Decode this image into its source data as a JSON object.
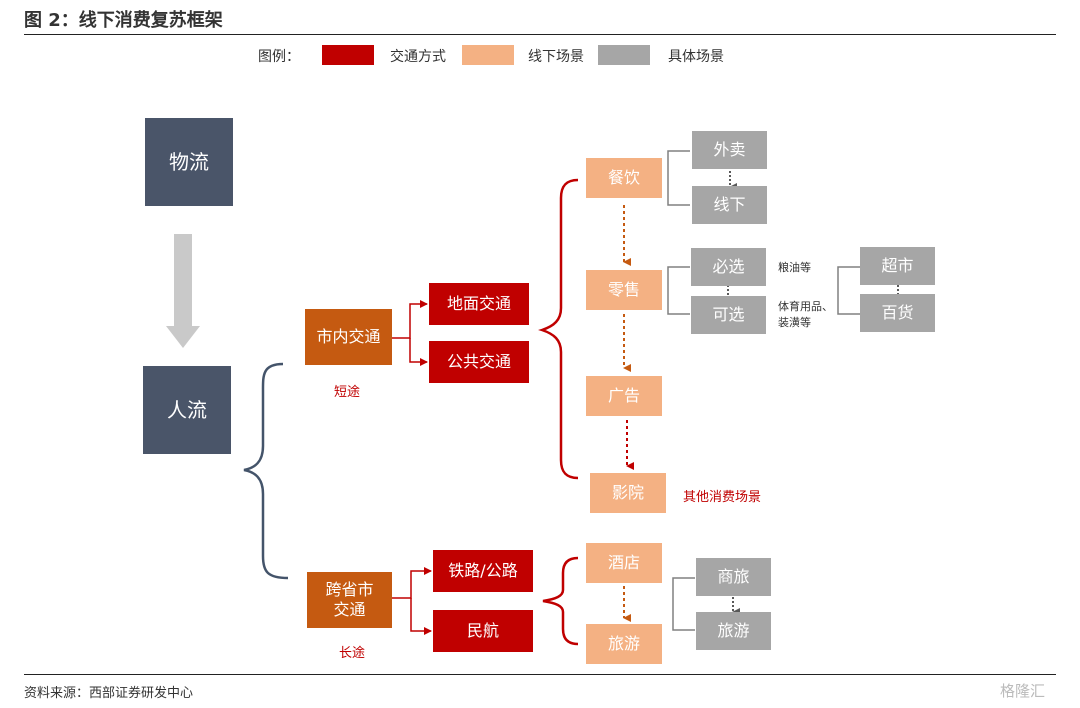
{
  "title": "图 2：线下消费复苏框架",
  "legend": {
    "label": "图例：",
    "items": [
      {
        "label": "交通方式",
        "color": "#c00000"
      },
      {
        "label": "线下场景",
        "color": "#f4b183"
      },
      {
        "label": "具体场景",
        "color": "#a6a6a6"
      }
    ]
  },
  "nodes": {
    "logistics": "物流",
    "people_flow": "人流",
    "urban_transport": "市内交通",
    "short_trip": "短途",
    "ground_transport": "地面交通",
    "public_transport": "公共交通",
    "cross_province": "跨省市\n交通",
    "long_trip": "长途",
    "rail_road": "铁路/公路",
    "civil_aviation": "民航",
    "dining": "餐饮",
    "takeout": "外卖",
    "dine_in": "线下",
    "retail": "零售",
    "essentials": "必选",
    "optional": "可选",
    "essentials_note": "粮油等",
    "optional_note": "体育用品、\n装潢等",
    "supermarket": "超市",
    "dept_store": "百货",
    "advertising": "广告",
    "cinema": "影院",
    "other_scenes": "其他消费场景",
    "hotel": "酒店",
    "tourism": "旅游",
    "business_travel": "商旅",
    "leisure_travel": "旅游"
  },
  "colors": {
    "slate": "#4a5569",
    "orange": "#c55a11",
    "red": "#c00000",
    "peach": "#f4b183",
    "gray": "#a6a6a6",
    "navy_brace": "#44546a",
    "arrow_orange": "#c55a11"
  },
  "footer": "资料来源：西部证券研发中心",
  "watermark": "格隆汇"
}
